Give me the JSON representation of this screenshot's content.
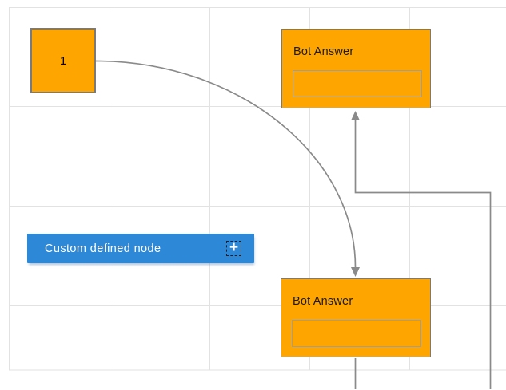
{
  "colors": {
    "canvas_bg": "#FFFFFF",
    "grid_line": "#E2E2E2",
    "node_fill": "#FFA500",
    "node_border": "#7A7A7A",
    "node_text": "#1A1A1A",
    "field_border": "#9E9E9E",
    "accent_blue": "#2E88D8",
    "button_text": "#FFFFFF",
    "connector": "#8A8A8A"
  },
  "diagram": {
    "nodes": {
      "start": {
        "label": "1"
      },
      "bot_answer_top": {
        "title": "Bot Answer",
        "field_text": ""
      },
      "bot_answer_bottom": {
        "title": "Bot Answer",
        "field_text": ""
      },
      "custom_defined": {
        "label": "Custom defined node",
        "add_icon": "+"
      }
    }
  }
}
